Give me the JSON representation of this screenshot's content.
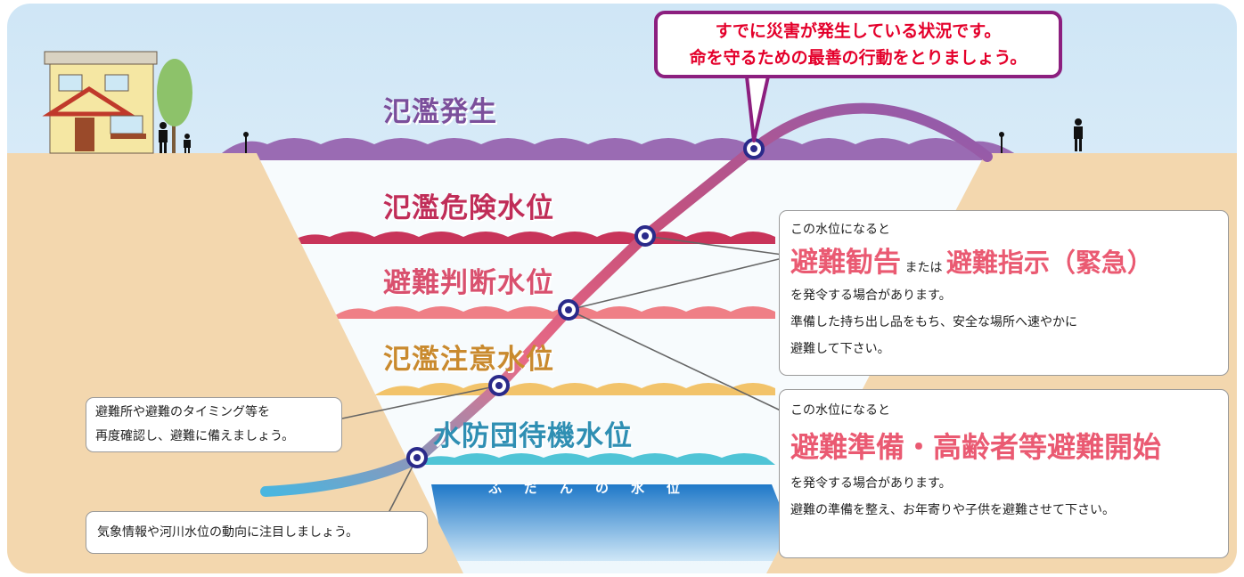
{
  "callout": {
    "line1": "すでに災害が発生している状況です。",
    "line2": "命を守るための最善の行動をとりましょう。"
  },
  "levels": {
    "flood": "氾濫発生",
    "danger": "氾濫危険水位",
    "evac_judge": "避難判断水位",
    "caution": "氾濫注意水位",
    "standby": "水防団待機水位",
    "normal": [
      "ふ",
      "だ",
      "ん",
      "の",
      "水",
      "位"
    ]
  },
  "box_upper": {
    "intro": "この水位になると",
    "big1": "避難勧告",
    "mid": "または",
    "big2": "避難指示（緊急）",
    "line2": "を発令する場合があります。",
    "line3": "準備した持ち出し品をもち、安全な場所へ速やかに",
    "line4": "避難して下さい。"
  },
  "box_lower": {
    "intro": "この水位になると",
    "big": "避難準備・高齢者等避難開始",
    "line2": "を発令する場合があります。",
    "line3": "避難の準備を整え、お年寄りや子供を避難させて下さい。"
  },
  "box_caution": {
    "line1": "避難所や避難のタイミング等を",
    "line2": "再度確認し、避難に備えましょう。"
  },
  "box_standby": {
    "line1": "気象情報や河川水位の動向に注目しましょう。"
  },
  "colors": {
    "sky": "#dcedf8",
    "bank": "#f3d7ae",
    "flood": "#9a6bb3",
    "danger": "#c8345a",
    "judge": "#ef7f86",
    "caution": "#f2c36a",
    "standby": "#4fc4d6",
    "water": "#2f88d0",
    "callout_border": "#8c1f7f",
    "callout_text": "#e4002b",
    "accent_text": "#ea5a72"
  }
}
